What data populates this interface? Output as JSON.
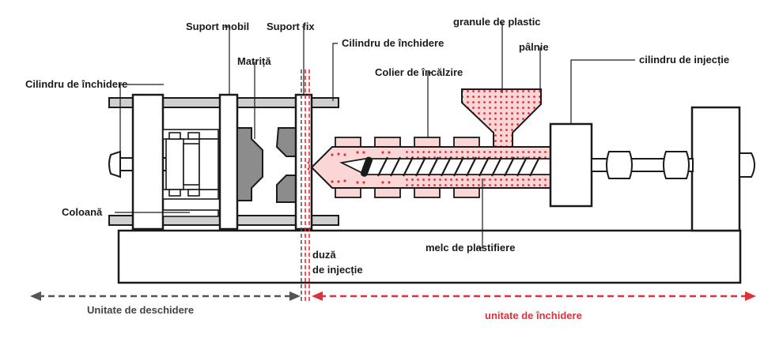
{
  "labels": {
    "suport_mobil": "Suport mobil",
    "suport_fix": "Suport fix",
    "granule": "granule de plastic",
    "cilindru_inchidere_top": "Cilindru de închidere",
    "palnie": "pâlnie",
    "matrita": "Matriță",
    "colier": "Colier de încălzire",
    "cilindru_injectie": "cilindru de injecție",
    "cilindru_inchidere_left": "Cilindru de închidere",
    "coloana": "Coloană",
    "duza_line1": "duză",
    "duza_line2": "de injecție",
    "melc": "melc de plastifiere",
    "unitate_deschidere": "Unitate de deschidere",
    "unitate_inchidere": "unitate de închidere"
  },
  "colors": {
    "outline": "#1a1a1a",
    "steel": "#cfcfcf",
    "mold": "#8c8c8c",
    "barrel_fill": "#fbd6d6",
    "dots": "#e0303a",
    "accent_red": "#e0303a",
    "arrow_grey": "#555555"
  }
}
